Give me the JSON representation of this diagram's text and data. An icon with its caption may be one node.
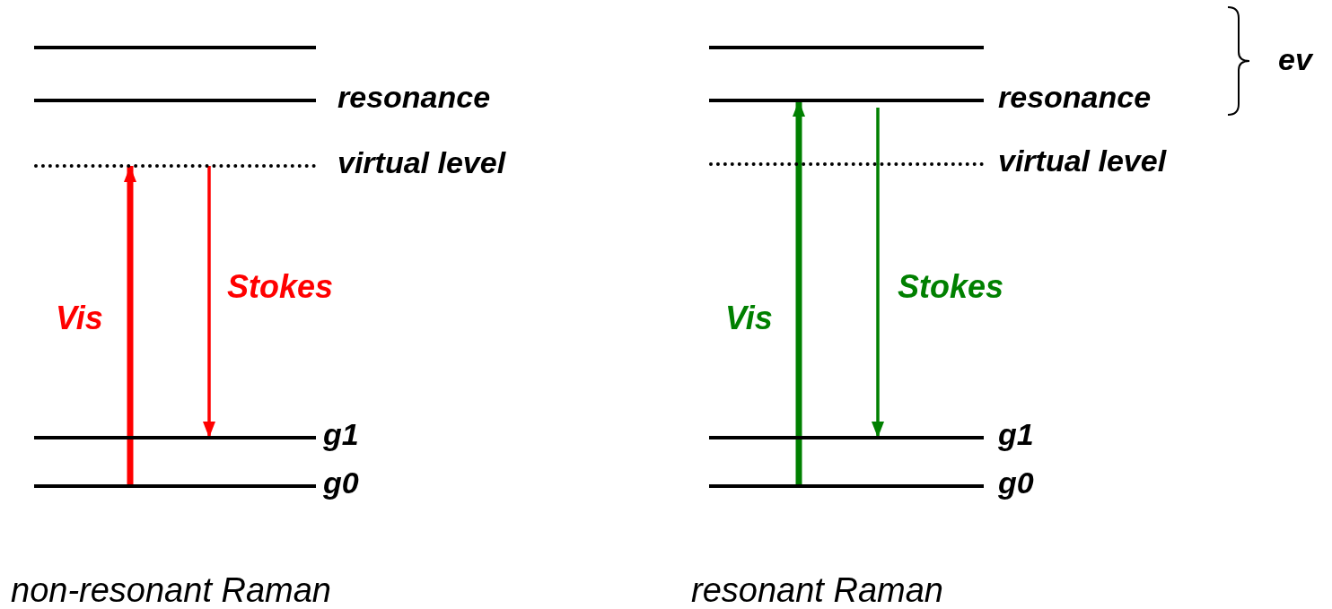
{
  "diagram": {
    "nodes": [
      {
        "text": [],
        "shape": "bar"
      },
      {
        "text": [
          "resonance"
        ]
      },
      {
        "text": [
          "virtual level"
        ]
      },
      {
        "text": [
          "g1"
        ]
      },
      {
        "text": [
          "g0"
        ]
      },
      {
        "text": [],
        "shape": "bar"
      },
      {
        "text": [
          "resonance"
        ]
      },
      {
        "text": [
          "virtual level"
        ]
      },
      {
        "text": [
          "g1"
        ]
      },
      {
        "text": [
          "g0"
        ]
      }
    ],
    "edges": [
      {
        "from": 4,
        "to": 2,
        "arrow": "to",
        "label": "Vis",
        "style": "thick",
        "color": "#ff0000"
      },
      {
        "from": 2,
        "to": 3,
        "arrow": "to",
        "label": "Stokes",
        "color": "#ff0000"
      },
      {
        "from": 9,
        "to": 6,
        "arrow": "to",
        "label": "Vis",
        "style": "thick",
        "color": "#008000"
      },
      {
        "from": 6,
        "to": 8,
        "arrow": "to",
        "label": "Stokes",
        "color": "#008000"
      }
    ],
    "labels": [
      "ev",
      "non-resonant Raman",
      "resonant Raman"
    ]
  }
}
